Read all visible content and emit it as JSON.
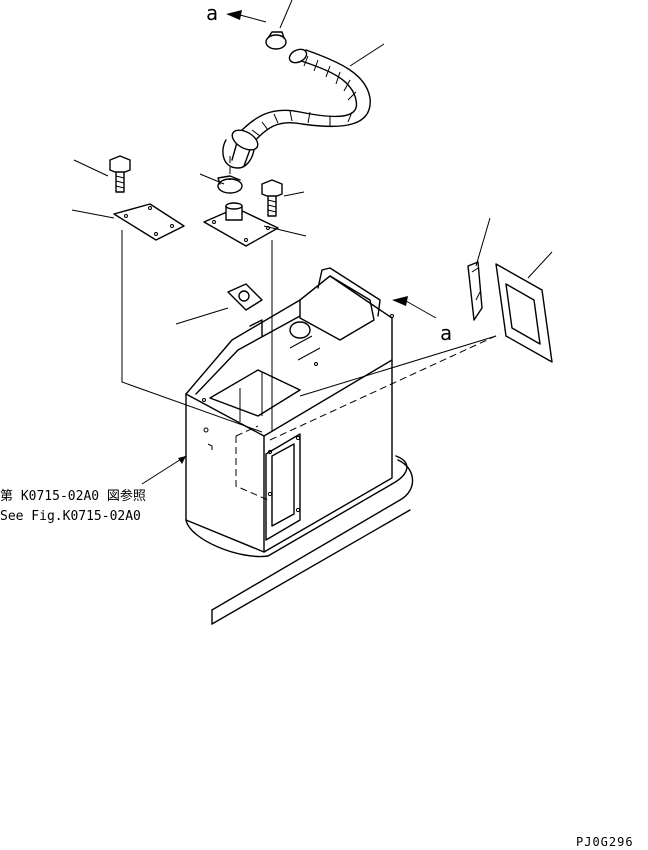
{
  "labels": {
    "view_marker_top": "a",
    "view_marker_right": "a",
    "reference_jp": "第 K0715-02A0 図参照",
    "reference_en": "See Fig.K0715-02A0",
    "drawing_code": "PJ0G296"
  },
  "icons": [
    "arrow-left-icon",
    "arrow-left-icon"
  ]
}
